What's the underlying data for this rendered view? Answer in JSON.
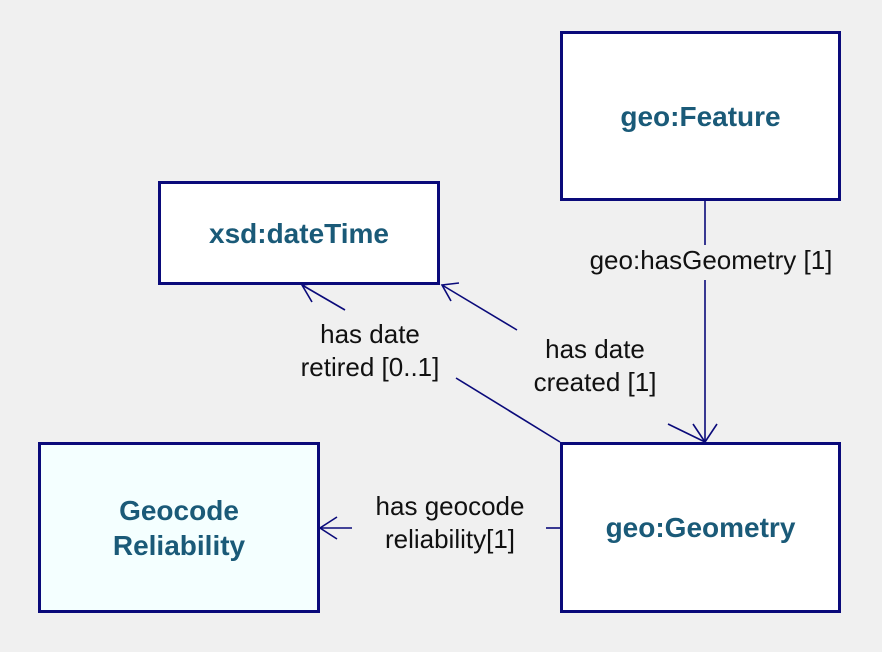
{
  "nodes": {
    "feature": {
      "label": "geo:Feature"
    },
    "datetime": {
      "label": "xsd:dateTime"
    },
    "geocode": {
      "line1": "Geocode",
      "line2": "Reliability"
    },
    "geometry": {
      "label": "geo:Geometry"
    }
  },
  "edges": {
    "has_geometry": {
      "label": "geo:hasGeometry [1]"
    },
    "date_retired": {
      "line1": "has date",
      "line2": "retired [0..1]"
    },
    "date_created": {
      "line1": "has date",
      "line2": "created [1]"
    },
    "geocode_reliability": {
      "line1": "has geocode",
      "line2": "reliability[1]"
    }
  },
  "colors": {
    "edge": "#0a0a7a",
    "node_text": "#1a5a78",
    "background": "#f0f0f0",
    "geocode_fill": "#f4ffff"
  }
}
